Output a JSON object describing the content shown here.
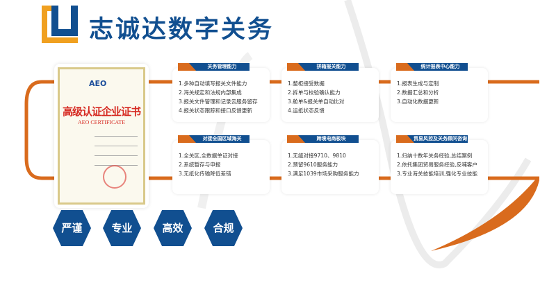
{
  "brand": {
    "name": "志诚达数字关务"
  },
  "certificate": {
    "title": "高级认证企业证书",
    "subtitle": "AEO CERTIFICATE",
    "logo_text": "AEO"
  },
  "cards": [
    {
      "title": "关务管理能力",
      "items": [
        "1.多种自动填写报关文件能力",
        "2.海关规定和法规内部集成",
        "3.报关文件管理和记录云服务留存",
        "4.报关状态跟踪和接口反馈更新"
      ]
    },
    {
      "title": "拼箱报关能力",
      "items": [
        "1.整柜接受数据",
        "2.拆单与校验确认能力",
        "3.舱单&报关单自动比对",
        "4.运抵状态反馈"
      ]
    },
    {
      "title": "统计报表中心能力",
      "items": [
        "1.报表生成与定制",
        "2.数据汇总和分析",
        "3.自动化数据更新"
      ]
    },
    {
      "title": "对接全国区域海关",
      "items": [
        "1.全关区,全数据单证对接",
        "2.系统暂存与申报",
        "3.无纸化传输降低差错"
      ]
    },
    {
      "title": "跨境电商板块",
      "items": [
        "1.无缝对接9710、9810",
        "2.预留9610服务能力",
        "3.满足1039市场采购服务能力"
      ]
    },
    {
      "title": "贸易风控及关务顾问咨询",
      "items": [
        "1.归纳十数年关务经验,总结案例",
        "2.依托集团贸易服务经验,反哺客户",
        "3.专业海关技能培训,强化专业技能"
      ]
    }
  ],
  "values": [
    "严谨",
    "专业",
    "高效",
    "合规"
  ],
  "colors": {
    "primary": "#114f90",
    "accent": "#d96b1d"
  }
}
